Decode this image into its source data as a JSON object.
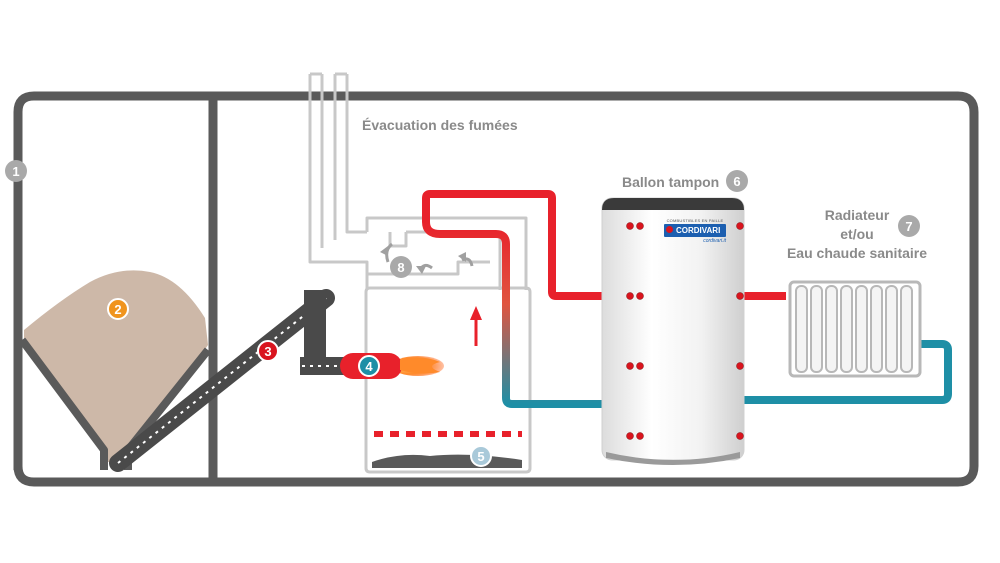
{
  "labels": {
    "evacuation": "Évacuation des fumées",
    "ballon": "Ballon tampon",
    "radiateur_line1": "Radiateur",
    "radiateur_line2": "et/ou",
    "radiateur_line3": "Eau chaude sanitaire"
  },
  "badges": {
    "b1": "1",
    "b2": "2",
    "b3": "3",
    "b4": "4",
    "b5": "5",
    "b6": "6",
    "b7": "7",
    "b8": "8"
  },
  "brand": {
    "tagline": "COMBUSTIBLES EN PAILLE",
    "name": "CORDIVARI",
    "url": "cordivari.it"
  },
  "colors": {
    "frame": "#5a5a5a",
    "hot_pipe": "#e8212b",
    "cold_pipe": "#1e8fa6",
    "pellets": "#cdb8a8",
    "pipe_outline": "#c8c8c8",
    "label": "#8a8a8a"
  }
}
